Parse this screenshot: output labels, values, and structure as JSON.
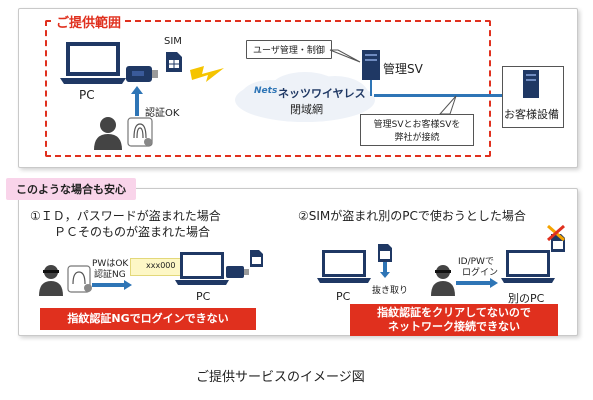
{
  "top_section": {
    "scope_title": "ご提供範囲",
    "pc_label": "PC",
    "sim_label": "SIM",
    "auth_ok_label": "認証OK",
    "user_mgmt_label": "ユーザ管理・制御",
    "network_logo_text": "Nets",
    "network_name_line1": "ネッツワイヤレス",
    "network_name_line2": "閉域網",
    "mgmt_sv_label": "管理SV",
    "customer_equipment_label": "お客様設備",
    "connection_note_line1": "管理SVとお客様SVを",
    "connection_note_line2": "弊社が接続"
  },
  "bottom_section": {
    "tag": "このような場合も安心",
    "scenario1": {
      "title_line1": "①ＩＤ，パスワードが盗まれた場合",
      "title_line2": "ＰＣそのものが盗まれた場合",
      "pw_ok": "PWはOK",
      "auth_ng": "認証NG",
      "screen_text": "xxx000",
      "pc_label": "PC",
      "banner": "指紋認証NGでログインできない"
    },
    "scenario2": {
      "title": "②SIMが盗まれ別のPCで使おうとした場合",
      "pc_label": "PC",
      "removed_label": "抜き取り",
      "login_line1": "ID/PWで",
      "login_line2": "ログイン",
      "other_pc_label": "別のPC",
      "banner_line1": "指紋認証をクリアしてないので",
      "banner_line2": "ネットワーク接続できない"
    }
  },
  "caption": "ご提供サービスのイメージ図",
  "colors": {
    "accent_red": "#e0301e",
    "navy": "#1f3864",
    "blue_line": "#2e75b6",
    "pink": "#f9d4ea",
    "bolt": "#f5c400"
  }
}
